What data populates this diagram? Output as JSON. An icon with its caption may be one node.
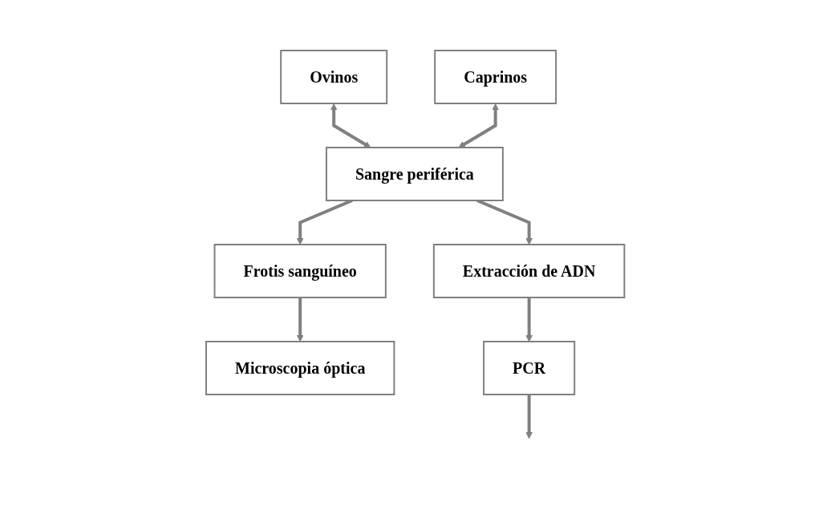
{
  "diagram": {
    "nodes": [
      {
        "text": [
          "Ovinos"
        ]
      },
      {
        "text": [
          "Caprinos"
        ]
      },
      {
        "text": [
          "Sangre periférica"
        ]
      },
      {
        "text": [
          "Frotis sanguíneo"
        ]
      },
      {
        "text": [
          "Extracción de ADN"
        ]
      },
      {
        "text": [
          "Microscopia óptica"
        ]
      },
      {
        "text": [
          "PCR"
        ]
      }
    ],
    "edges": [
      {
        "from": 0,
        "to": 2,
        "arrow": "both"
      },
      {
        "from": 1,
        "to": 2,
        "arrow": "both"
      },
      {
        "from": 2,
        "to": 3,
        "arrow": "to"
      },
      {
        "from": 2,
        "to": 4,
        "arrow": "to"
      },
      {
        "from": 3,
        "to": 5,
        "arrow": "to"
      },
      {
        "from": 4,
        "to": 6,
        "arrow": "to"
      },
      {
        "from": 6,
        "to": null,
        "arrow": "to"
      }
    ]
  }
}
